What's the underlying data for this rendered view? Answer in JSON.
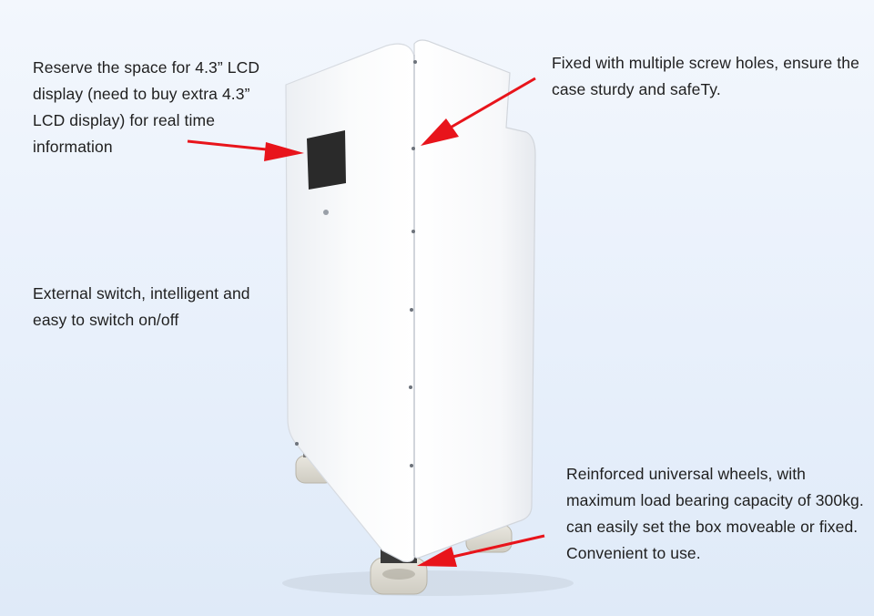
{
  "callouts": {
    "lcd": "Reserve the space for 4.3” LCD display (need to buy extra 4.3” LCD display) for real time information",
    "screw_holes": "Fixed with multiple screw holes, ensure the case sturdy and safeTy.",
    "switch": "External switch, intelligent and easy to switch on/off",
    "wheels": "Reinforced universal wheels, with maximum load bearing capacity of 300kg. can easily set the box moveable or fixed. Convenient to use."
  },
  "colors": {
    "arrow": "#e8141b",
    "cabinet": "#ffffff",
    "lcd_window": "#2a2a2a",
    "background": "#e8f0fb"
  }
}
